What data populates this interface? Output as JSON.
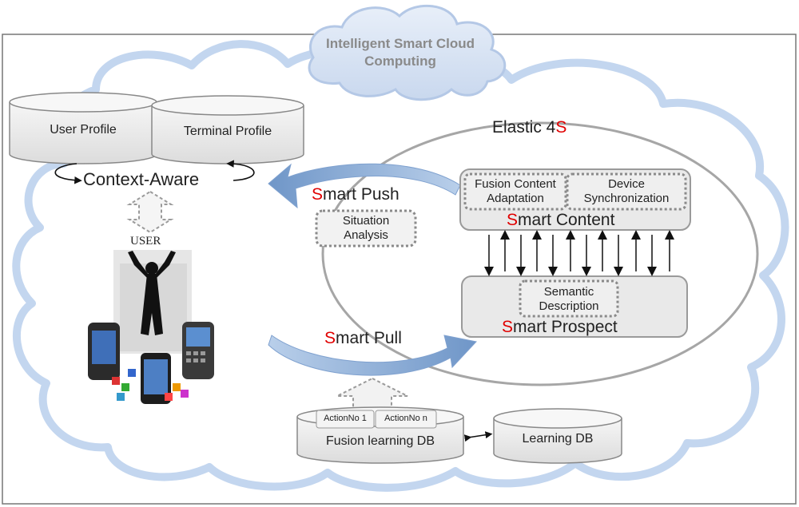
{
  "cloud": {
    "title_line1": "Intelligent  Smart  Cloud",
    "title_line2": "Computing"
  },
  "profiles": {
    "user": "User Profile",
    "terminal": "Terminal Profile"
  },
  "context_aware": "Context-Aware",
  "user_label": "USER",
  "elastic": {
    "prefix": "Elastic 4",
    "suffix": "S"
  },
  "smart_push": {
    "initial": "S",
    "rest": "mart Push"
  },
  "smart_pull": {
    "initial": "S",
    "rest": "mart Pull"
  },
  "situation_analysis": {
    "line1": "Situation",
    "line2": "Analysis"
  },
  "smart_content": {
    "initial": "S",
    "rest": "mart Content",
    "fusion_line1": "Fusion Content",
    "fusion_line2": "Adaptation",
    "device_line1": "Device",
    "device_line2": "Synchronization"
  },
  "smart_prospect": {
    "initial": "S",
    "rest": "mart Prospect",
    "semantic_line1": "Semantic",
    "semantic_line2": "Description"
  },
  "fusion_db": {
    "label": "Fusion learning  DB",
    "action1": "ActionNo  1",
    "action2": "ActionNo  n"
  },
  "learning_db": "Learning  DB",
  "colors": {
    "accent_red": "#e00000",
    "arrow_blue": "#8fb0d8",
    "cloud_outline": "#c3d6ef"
  }
}
